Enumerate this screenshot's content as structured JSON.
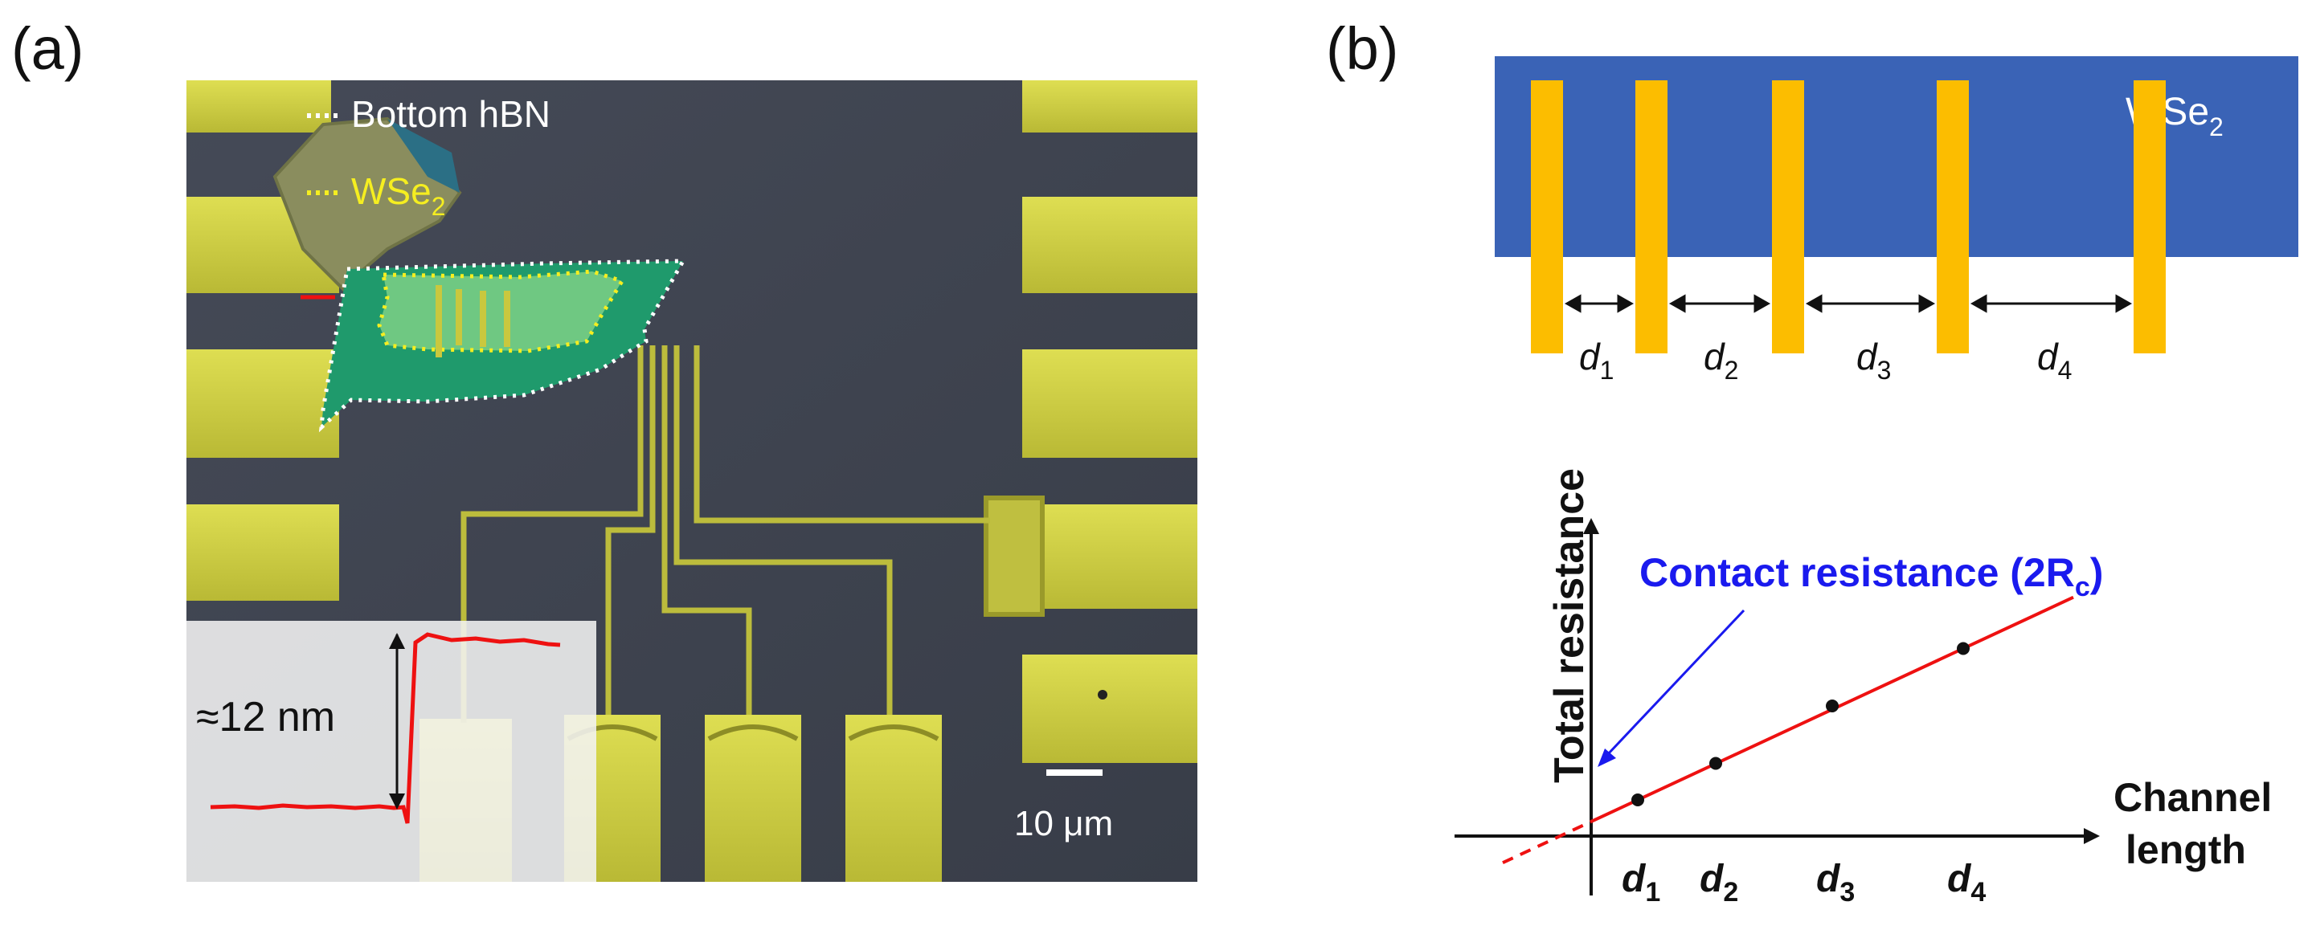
{
  "panel_a": {
    "label": "(a)",
    "legend": [
      {
        "text": "Bottom hBN",
        "color": "#ffffff"
      },
      {
        "text_main": "WSe",
        "text_sub": "2",
        "color": "#f5ee20"
      }
    ],
    "step_height": "≈12 nm",
    "scale_bar": "10 μm",
    "colors": {
      "substrate": "#3d4350",
      "pad": "#c9c83e",
      "hbn": "#1f9a6c",
      "wse2": "#6fc882",
      "profile": "#ee1111"
    }
  },
  "panel_b": {
    "label": "(b)",
    "schematic": {
      "material_main": "WSe",
      "material_sub": "2",
      "spacings": [
        {
          "main": "d",
          "sub": "1"
        },
        {
          "main": "d",
          "sub": "2"
        },
        {
          "main": "d",
          "sub": "3"
        },
        {
          "main": "d",
          "sub": "4"
        }
      ],
      "colors": {
        "channel": "#3a63b6",
        "contact": "#fcbd00"
      }
    },
    "plot": {
      "ylabel": "Total resistance",
      "xlabel_line1": "Channel",
      "xlabel_line2": "length",
      "annotation": "Contact resistance (2R",
      "annotation_sub": "c",
      "annotation_close": ")",
      "annotation_color": "#1a1aee",
      "line_color": "#ee1111"
    }
  },
  "chart_data": {
    "type": "scatter",
    "xlabel": "Channel length",
    "ylabel": "Total resistance",
    "tick_labels": [
      "d1",
      "d2",
      "d3",
      "d4"
    ],
    "x": [
      1,
      2,
      3,
      4
    ],
    "y": [
      1.0,
      1.7,
      2.8,
      3.9
    ],
    "fit": {
      "slope": 1.0,
      "intercept": 0.0,
      "extrapolated_to": "y-axis intercept = 2Rc"
    },
    "axis_ticks": false,
    "grid": false
  }
}
